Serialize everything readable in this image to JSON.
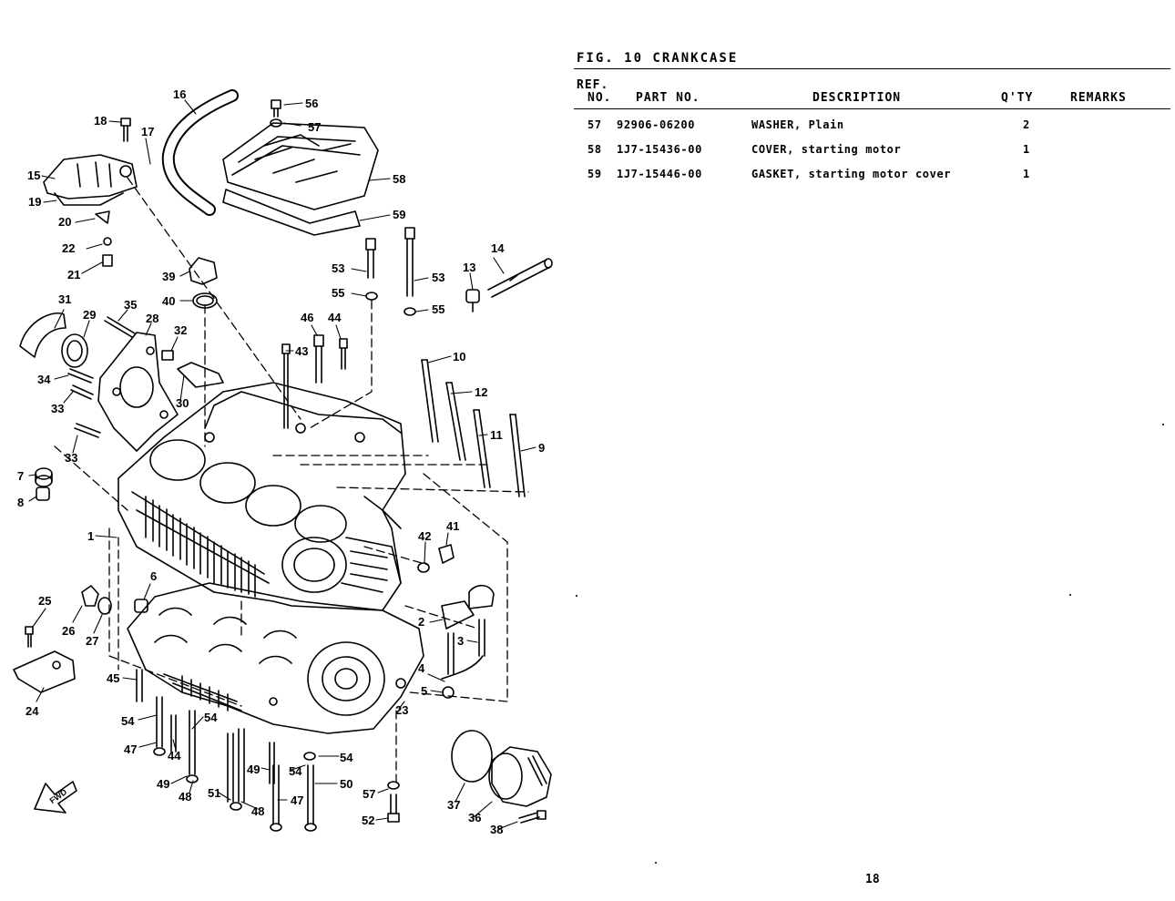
{
  "figure": {
    "title": "FIG. 10  CRANKCASE",
    "page_number": "18"
  },
  "table": {
    "headers": {
      "ref_line1": "REF.",
      "ref_line2": "NO.",
      "part_no": "PART NO.",
      "description": "DESCRIPTION",
      "qty": "Q'TY",
      "remarks": "REMARKS"
    },
    "rows": [
      {
        "ref": "57",
        "part_no": "92906-06200",
        "description": "WASHER, Plain",
        "qty": "2",
        "remarks": ""
      },
      {
        "ref": "58",
        "part_no": "1J7-15436-00",
        "description": "COVER, starting motor",
        "qty": "1",
        "remarks": ""
      },
      {
        "ref": "59",
        "part_no": "1J7-15446-00",
        "description": "GASKET, starting motor cover",
        "qty": "1",
        "remarks": ""
      }
    ]
  },
  "diagram": {
    "fwd_label": "FWD",
    "callouts": [
      "56",
      "57",
      "16",
      "18",
      "17",
      "15",
      "19",
      "58",
      "59",
      "20",
      "22",
      "21",
      "53",
      "53",
      "14",
      "13",
      "55",
      "55",
      "39",
      "40",
      "31",
      "35",
      "29",
      "28",
      "32",
      "46",
      "44",
      "43",
      "34",
      "10",
      "33",
      "30",
      "12",
      "33",
      "11",
      "9",
      "7",
      "8",
      "1",
      "41",
      "42",
      "6",
      "25",
      "26",
      "27",
      "2",
      "3",
      "45",
      "24",
      "4",
      "5",
      "23",
      "54",
      "54",
      "47",
      "44",
      "54",
      "49",
      "54",
      "50",
      "48",
      "51",
      "49",
      "48",
      "47",
      "57",
      "37",
      "36",
      "52",
      "38"
    ]
  }
}
